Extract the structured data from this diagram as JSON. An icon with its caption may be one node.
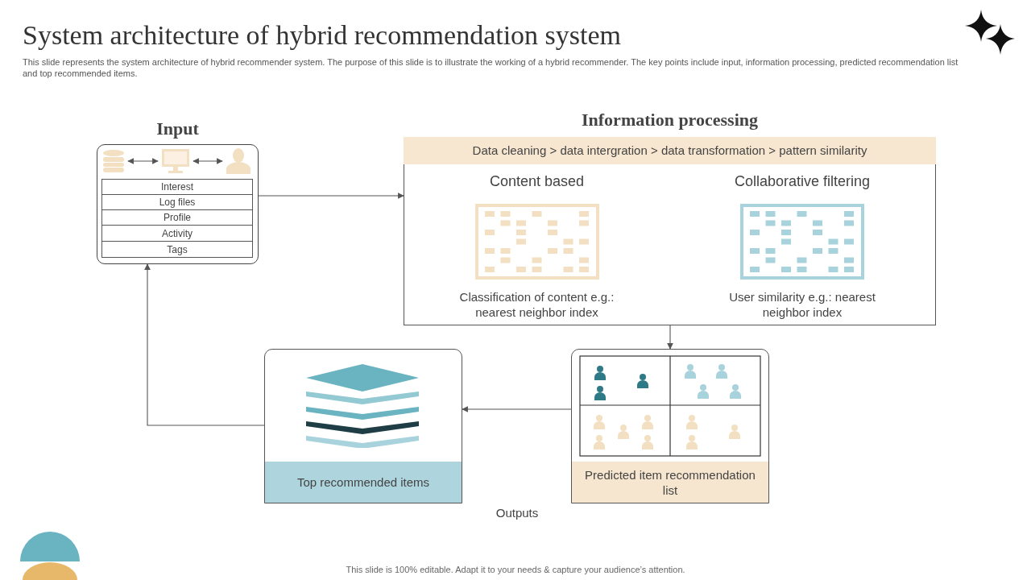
{
  "diagram": {
    "title": "System architecture of  hybrid recommendation system",
    "nodes": [
      {
        "text": [
          "Input"
        ]
      },
      {
        "text": [],
        "shape": "cylinder",
        "in": 0
      },
      {
        "text": [],
        "shape": "picture",
        "in": 0
      },
      {
        "text": [],
        "shape": "person",
        "in": 0
      },
      {
        "text": [
          "Interest"
        ],
        "in": 0
      },
      {
        "text": [
          "Log files"
        ],
        "in": 0
      },
      {
        "text": [
          "Profile"
        ],
        "in": 0
      },
      {
        "text": [
          "Activity"
        ],
        "in": 0
      },
      {
        "text": [
          "Tags"
        ],
        "in": 0
      },
      {
        "text": [
          "Information processing"
        ]
      },
      {
        "text": [
          "Data cleaning > data intergration > data transformation > pattern similarity"
        ],
        "in": 9
      },
      {
        "text": [
          "Content based",
          "Classification of content e.g.: nearest neighbor index"
        ],
        "in": 9
      },
      {
        "text": [
          "Collaborative filtering",
          "User similarity e.g.: nearest neighbor index"
        ],
        "in": 9
      },
      {
        "text": [
          "Top recommended items"
        ]
      },
      {
        "text": [
          "Predicted item recommendation list"
        ]
      }
    ],
    "edges": [
      {
        "from": 1,
        "to": 2,
        "arrow": "both"
      },
      {
        "from": 2,
        "to": 3,
        "arrow": "both"
      },
      {
        "from": 0,
        "to": 9,
        "arrow": "to"
      },
      {
        "from": 9,
        "to": 14,
        "arrow": "to"
      },
      {
        "from": 14,
        "to": 13,
        "arrow": "to"
      },
      {
        "from": 13,
        "to": 0,
        "arrow": "to"
      }
    ],
    "labels": [
      "This slide represents the system architecture of hybrid recommender system. The purpose of this slide is to illustrate the working of a hybrid recommender. The key points include input, information processing, predicted recommendation list and top recommended items.",
      "Outputs",
      "This slide is 100% editable. Adapt it to your needs & capture your audience’s attention."
    ]
  }
}
